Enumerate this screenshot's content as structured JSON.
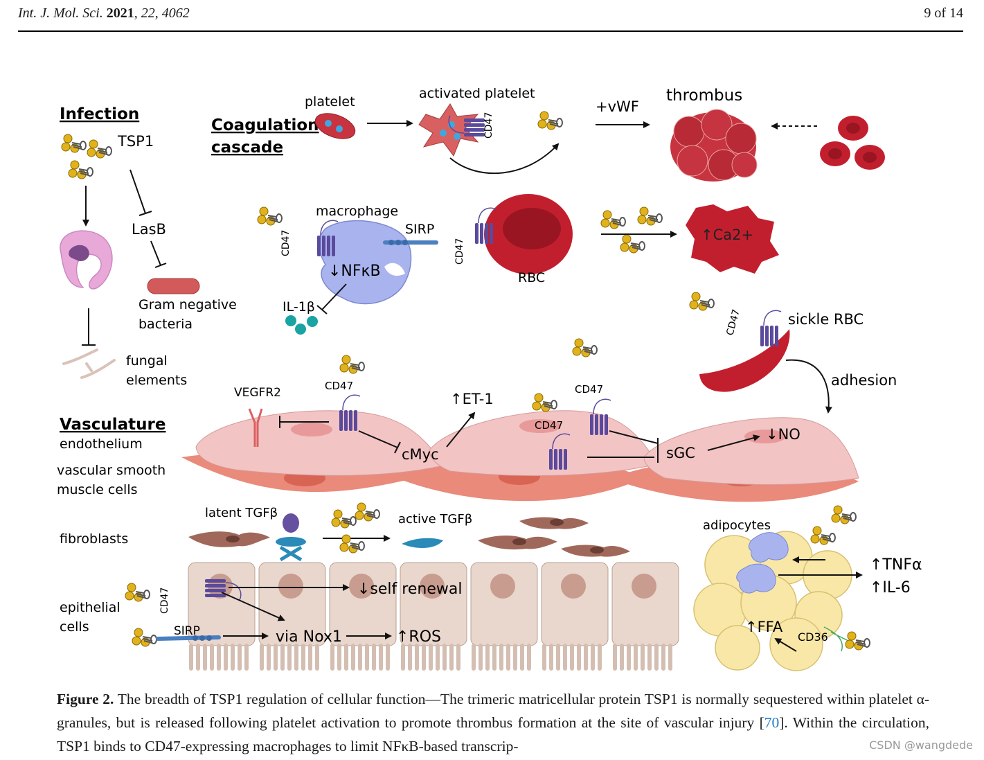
{
  "header": {
    "journal": "Int. J. Mol. Sci.",
    "year": "2021",
    "volume_article": ", 22, 4062",
    "page": "9 of 14"
  },
  "figure": {
    "panels": {
      "infection": "Infection",
      "coagulation_1": "Coagulation",
      "coagulation_2": "cascade",
      "vasculature": "Vasculature"
    },
    "labels": {
      "tsp1": "TSP1",
      "lasb": "LasB",
      "gram_neg_1": "Gram negative",
      "gram_neg_2": "bacteria",
      "fungal_1": "fungal",
      "fungal_2": "elements",
      "platelet": "platelet",
      "activated_platelet": "activated platelet",
      "vwf": "+vWF",
      "thrombus": "thrombus",
      "macrophage": "macrophage",
      "sirp": "SIRP",
      "nfkb": "↓NFκB",
      "il1b": "IL-1β",
      "rbc": "RBC",
      "ca2": "↑Ca2+",
      "sickle_rbc": "sickle RBC",
      "adhesion": "adhesion",
      "vegfr2": "VEGFR2",
      "et1": "↑ET-1",
      "cmyc": "cMyc",
      "sgc": "sGC",
      "no": "↓NO",
      "endothelium": "endothelium",
      "vsmc_1": "vascular smooth",
      "vsmc_2": "muscle cells",
      "fibroblasts": "fibroblasts",
      "latent_tgfb": "latent TGFβ",
      "active_tgfb": "active TGFβ",
      "adipocytes": "adipocytes",
      "tnfa": "↑TNFα",
      "il6": "↑IL-6",
      "epithelial_1": "epithelial",
      "epithelial_2": "cells",
      "self_renewal": "↓self renewal",
      "nox1": "via Nox1",
      "ros": "↑ROS",
      "ffa": "↑FFA",
      "cd36": "CD36",
      "cd47": "CD47"
    }
  },
  "caption": {
    "figure_no": "Figure 2.",
    "text_1": " The breadth of TSP1 regulation of cellular function—The trimeric matricellular protein TSP1 is normally sequestered within platelet α-granules, but is released following platelet activation to promote thrombus formation at the site of vascular injury [",
    "ref": "70",
    "text_2": "]. Within the circulation, TSP1 binds to CD47-expressing macrophages to limit NFκB-based transcrip-"
  },
  "watermark": "CSDN @wangdede",
  "colors": {
    "tsp1_gold": "#e2b21c",
    "cd47_purple": "#5a4a9c",
    "rbc_red": "#c21f2e",
    "endothelium": "#f2c4c4",
    "vsmc": "#ea8a7a",
    "adipocyte": "#f8e7a6",
    "macrophage": "#a9b4ee",
    "epithelium": "#e9d6cc"
  }
}
